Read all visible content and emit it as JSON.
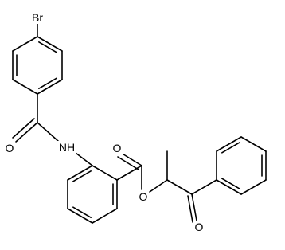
{
  "molecule": {
    "atoms": {
      "br": "Br",
      "o_amide": "O",
      "nh": "NH",
      "o_ester_carbonyl": "O",
      "o_ester_link": "O",
      "o_ketone": "O"
    },
    "colors": {
      "bond": "#000000",
      "text": "#000000",
      "background": "#ffffff"
    }
  }
}
